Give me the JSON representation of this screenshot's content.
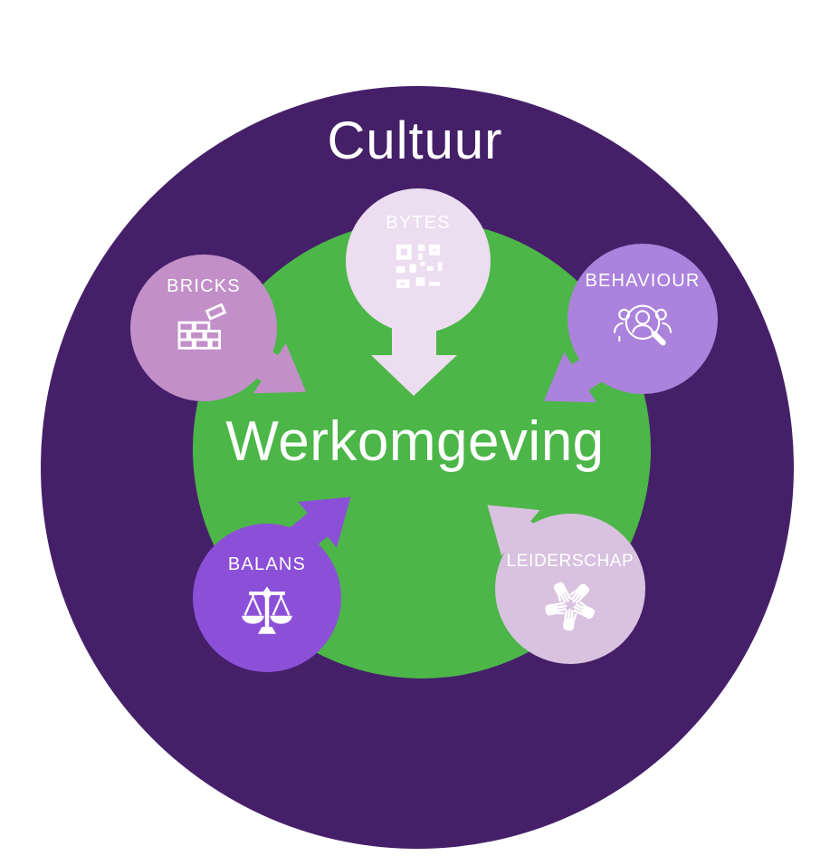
{
  "diagram": {
    "title": "Cultuur",
    "center_label": "Werkomgeving",
    "nodes": [
      {
        "id": "bytes",
        "label": "BYTES",
        "icon": "qr-code-icon",
        "color": "#ECDDF0"
      },
      {
        "id": "bricks",
        "label": "BRICKS",
        "icon": "brick-wall-icon",
        "color": "#C28FC9"
      },
      {
        "id": "behaviour",
        "label": "BEHAVIOUR",
        "icon": "people-search-icon",
        "color": "#AB82DC"
      },
      {
        "id": "balans",
        "label": "BALANS",
        "icon": "balance-scale-icon",
        "color": "#8C50D8"
      },
      {
        "id": "leiderschap",
        "label": "LEIDERSCHAP",
        "icon": "hands-together-icon",
        "color": "#D9C2E0"
      }
    ],
    "colors": {
      "outer_circle": "#452069",
      "inner_circle": "#4CB648",
      "text": "#FFFFFF",
      "background": "#FFFFFF"
    }
  }
}
